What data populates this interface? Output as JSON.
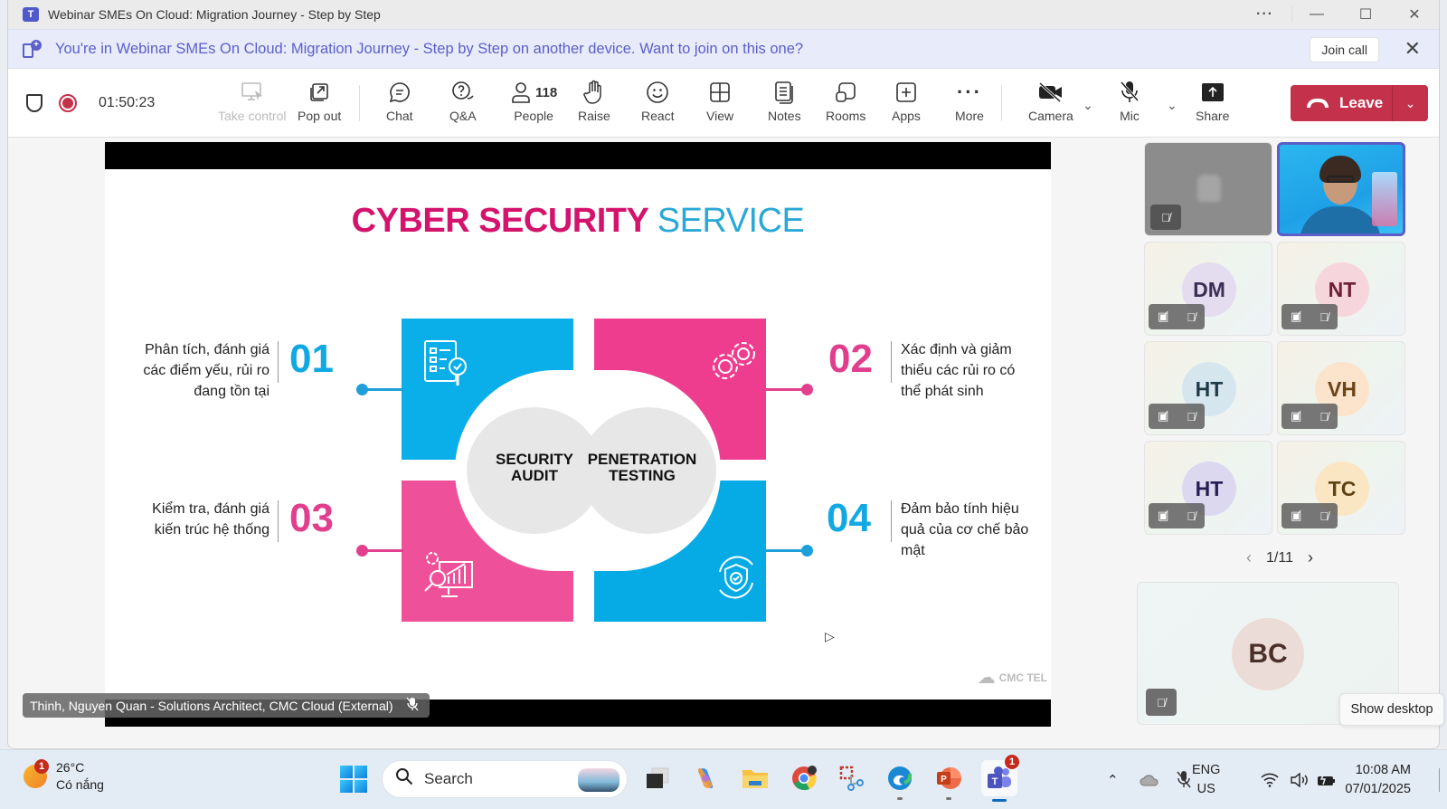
{
  "window": {
    "title": "Webinar SMEs On Cloud: Migration Journey - Step by Step",
    "controls": {
      "more": "···",
      "minimize": "—",
      "maximize": "☐",
      "close": "✕"
    }
  },
  "banner": {
    "text": "You're in Webinar SMEs On Cloud: Migration Journey - Step by Step on another device. Want to join on this one?",
    "join_label": "Join call",
    "close": "✕"
  },
  "toolbar": {
    "timer": "01:50:23",
    "buttons": [
      {
        "id": "take-control",
        "label": "Take control",
        "icon": "🖵",
        "disabled": true
      },
      {
        "id": "pop-out",
        "label": "Pop out",
        "icon": "⧉"
      },
      {
        "id": "chat",
        "label": "Chat",
        "icon": "💬"
      },
      {
        "id": "qa",
        "label": "Q&A",
        "icon": "?"
      },
      {
        "id": "people",
        "label": "People",
        "icon": "👤",
        "count": "118"
      },
      {
        "id": "raise",
        "label": "Raise",
        "icon": "✋"
      },
      {
        "id": "react",
        "label": "React",
        "icon": "☺"
      },
      {
        "id": "view",
        "label": "View",
        "icon": "⊞"
      },
      {
        "id": "notes",
        "label": "Notes",
        "icon": "▤"
      },
      {
        "id": "rooms",
        "label": "Rooms",
        "icon": "▢"
      },
      {
        "id": "apps",
        "label": "Apps",
        "icon": "⊞"
      },
      {
        "id": "more",
        "label": "More",
        "icon": "···"
      },
      {
        "id": "camera",
        "label": "Camera",
        "icon": "📷"
      },
      {
        "id": "mic",
        "label": "Mic",
        "icon": "🎙"
      },
      {
        "id": "share",
        "label": "Share",
        "icon": "↑"
      }
    ],
    "leave_label": "Leave",
    "chevron": "⌄"
  },
  "slide": {
    "title_part1": "CYBER SECURITY",
    "title_part2": "SERVICE",
    "center_left": [
      "SECURITY",
      "AUDIT"
    ],
    "center_right": [
      "PENETRATION",
      "TESTING"
    ],
    "items": [
      {
        "num": "01",
        "text": [
          "Phân tích, đánh giá",
          "các điểm yếu, rủi ro",
          "đang tồn tại"
        ]
      },
      {
        "num": "02",
        "text": [
          "Xác định và giảm",
          "thiểu các rủi ro có",
          "thể phát sinh"
        ]
      },
      {
        "num": "03",
        "text": [
          "Kiểm tra, đánh giá",
          "kiến trúc hệ thống"
        ]
      },
      {
        "num": "04",
        "text": [
          "Đảm bảo tính hiệu",
          "quả của cơ chế bảo",
          "mật"
        ]
      }
    ],
    "logo": "CMC TEL",
    "colors": {
      "blue": "#0aaee8",
      "pink": "#ee3d8f",
      "title_pink": "#d4136d",
      "title_blue": "#2aa8d6"
    }
  },
  "presenter": {
    "name": "Thinh, Nguyen Quan - Solutions Architect, CMC Cloud (External)"
  },
  "participants": {
    "tiles": [
      {
        "initials": "",
        "type": "muted-blurred"
      },
      {
        "initials": "",
        "type": "video"
      },
      {
        "initials": "DM",
        "bg": "#e4dcef",
        "fg": "#3b2f56"
      },
      {
        "initials": "NT",
        "bg": "#f6d5dc",
        "fg": "#6e1f35"
      },
      {
        "initials": "HT",
        "bg": "#d6e6ee",
        "fg": "#203b47"
      },
      {
        "initials": "VH",
        "bg": "#fbe3cc",
        "fg": "#6d4418"
      },
      {
        "initials": "HT",
        "bg": "#dcd8f0",
        "fg": "#262052"
      },
      {
        "initials": "TC",
        "bg": "#fbe6c4",
        "fg": "#5f4413"
      }
    ],
    "page": "1/11",
    "featured": {
      "initials": "BC"
    }
  },
  "tooltip": "Show desktop",
  "taskbar": {
    "weather_temp": "26°C",
    "weather_desc": "Có nắng",
    "weather_badge": "1",
    "search_placeholder": "Search",
    "teams_badge": "1",
    "lang_top": "ENG",
    "lang_bottom": "US",
    "time": "10:08 AM",
    "date": "07/01/2025"
  }
}
